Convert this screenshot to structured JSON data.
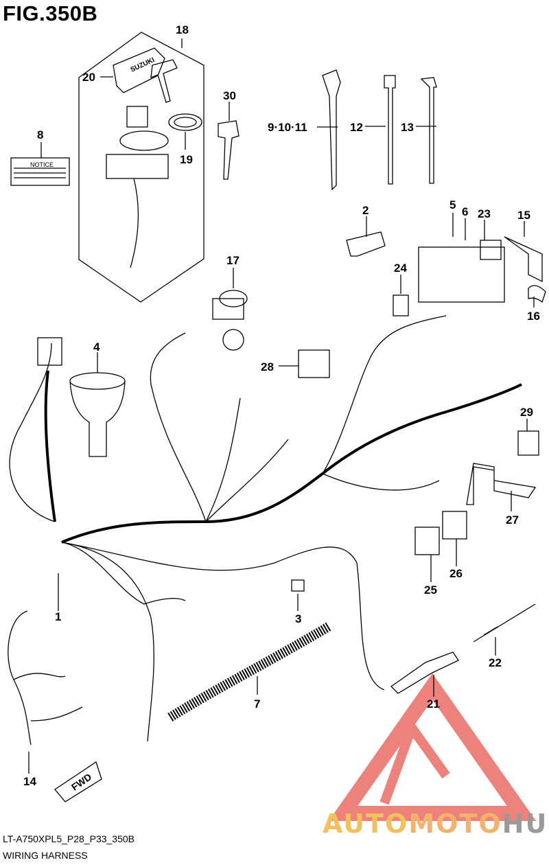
{
  "figure_title": "FIG.350B",
  "callouts": {
    "c1": "1",
    "c2": "2",
    "c3": "3",
    "c4": "4",
    "c5": "5",
    "c6": "6",
    "c7": "7",
    "c8": "8",
    "c9_10_11": "9·10·11",
    "c12": "12",
    "c13": "13",
    "c14": "14",
    "c15": "15",
    "c16": "16",
    "c17": "17",
    "c18": "18",
    "c19": "19",
    "c20": "20",
    "c21": "21",
    "c22": "22",
    "c23": "23",
    "c24": "24",
    "c25": "25",
    "c26": "26",
    "c27": "27",
    "c28": "28",
    "c29": "29",
    "c30": "30"
  },
  "notice_label": "NOTICE",
  "key_brand": "SUZUKI",
  "fwd_label": "FWD",
  "footer": {
    "model_code": "LT-A750XPL5_P28_P33_350B",
    "section_name": "WIRING HARNESS"
  },
  "watermark": {
    "part1": "AUTO",
    "part2": "MOTO",
    "part3": "HUB"
  },
  "colors": {
    "line": "#000000",
    "watermark_red": "#e8584f",
    "watermark_yellow": "#f2c15e",
    "watermark_orange": "#f4b26a",
    "watermark_gray": "#9a9a9a"
  }
}
